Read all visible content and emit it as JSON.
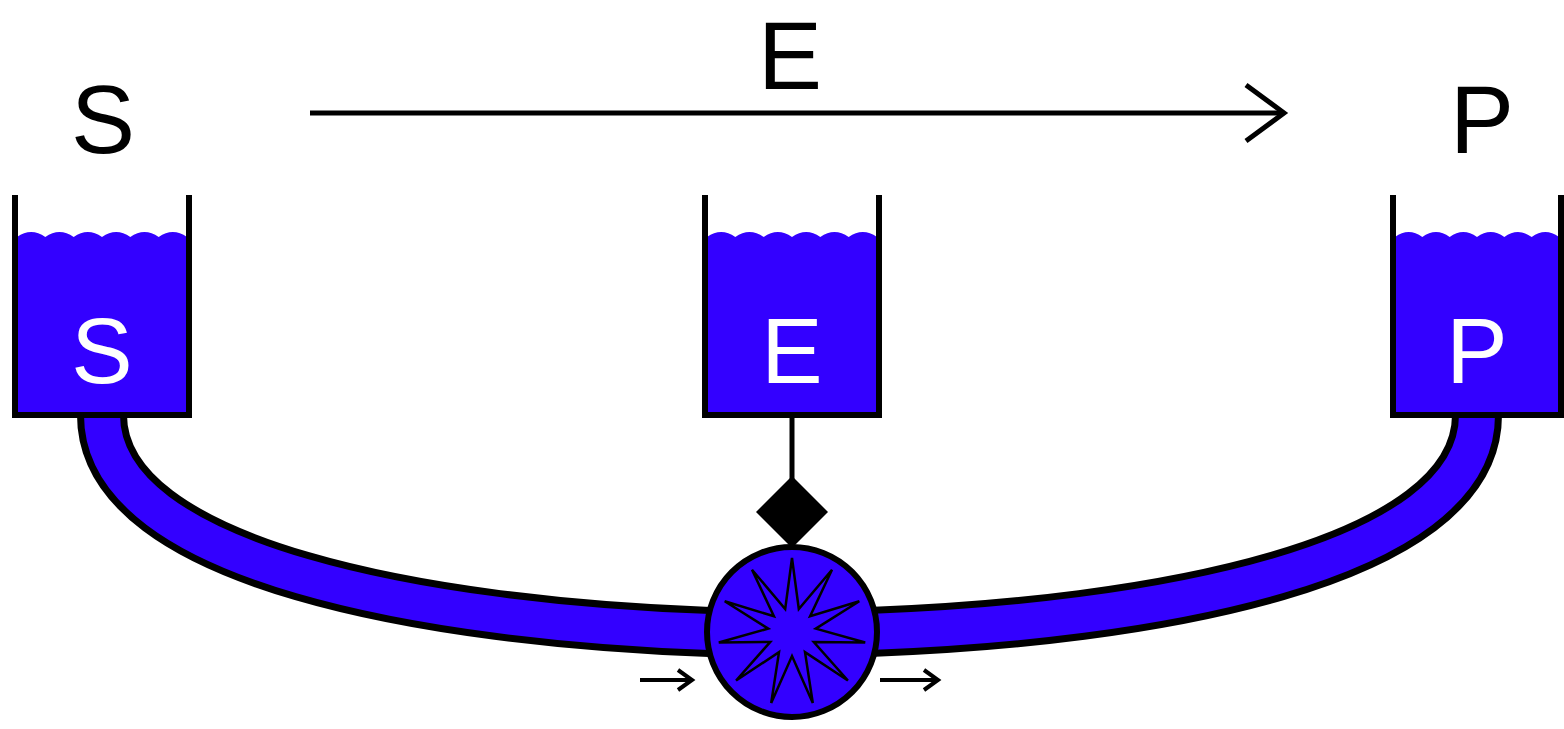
{
  "diagram": {
    "nodes": [
      {
        "text": [
          "S"
        ]
      },
      {
        "text": [
          "E"
        ]
      },
      {
        "text": [
          "P"
        ]
      }
    ],
    "edges": [
      {
        "from": 0,
        "to": 2,
        "arrow": "none"
      }
    ],
    "labels": [
      "S",
      "E",
      "P"
    ]
  }
}
